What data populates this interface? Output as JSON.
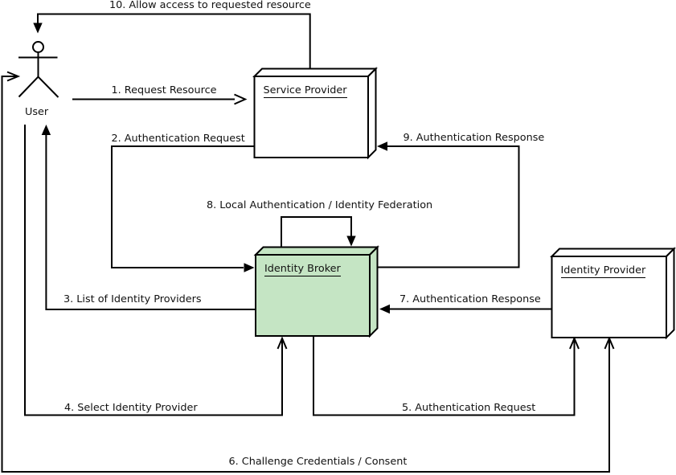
{
  "colors": {
    "background": "#ffffff",
    "line": "#000000",
    "node_fill": "#ffffff",
    "broker_fill": "#c5e5c4",
    "text": "#111111"
  },
  "actor": {
    "label": "User"
  },
  "nodes": {
    "service_provider": {
      "title": "Service Provider",
      "fill": "#ffffff"
    },
    "identity_broker": {
      "title": "Identity Broker",
      "fill": "#c5e5c4"
    },
    "identity_provider": {
      "title": "Identity Provider",
      "fill": "#ffffff"
    }
  },
  "flows": {
    "f1": {
      "label": "1. Request Resource"
    },
    "f2": {
      "label": "2. Authentication Request"
    },
    "f3": {
      "label": "3. List of Identity Providers"
    },
    "f4": {
      "label": "4. Select Identity Provider"
    },
    "f5": {
      "label": "5. Authentication Request"
    },
    "f6": {
      "label": "6. Challenge Credentials / Consent"
    },
    "f7": {
      "label": "7. Authentication Response"
    },
    "f8": {
      "label": "8. Local Authentication / Identity Federation"
    },
    "f9": {
      "label": "9. Authentication Response"
    },
    "f10": {
      "label": "10. Allow access to requested resource"
    }
  }
}
